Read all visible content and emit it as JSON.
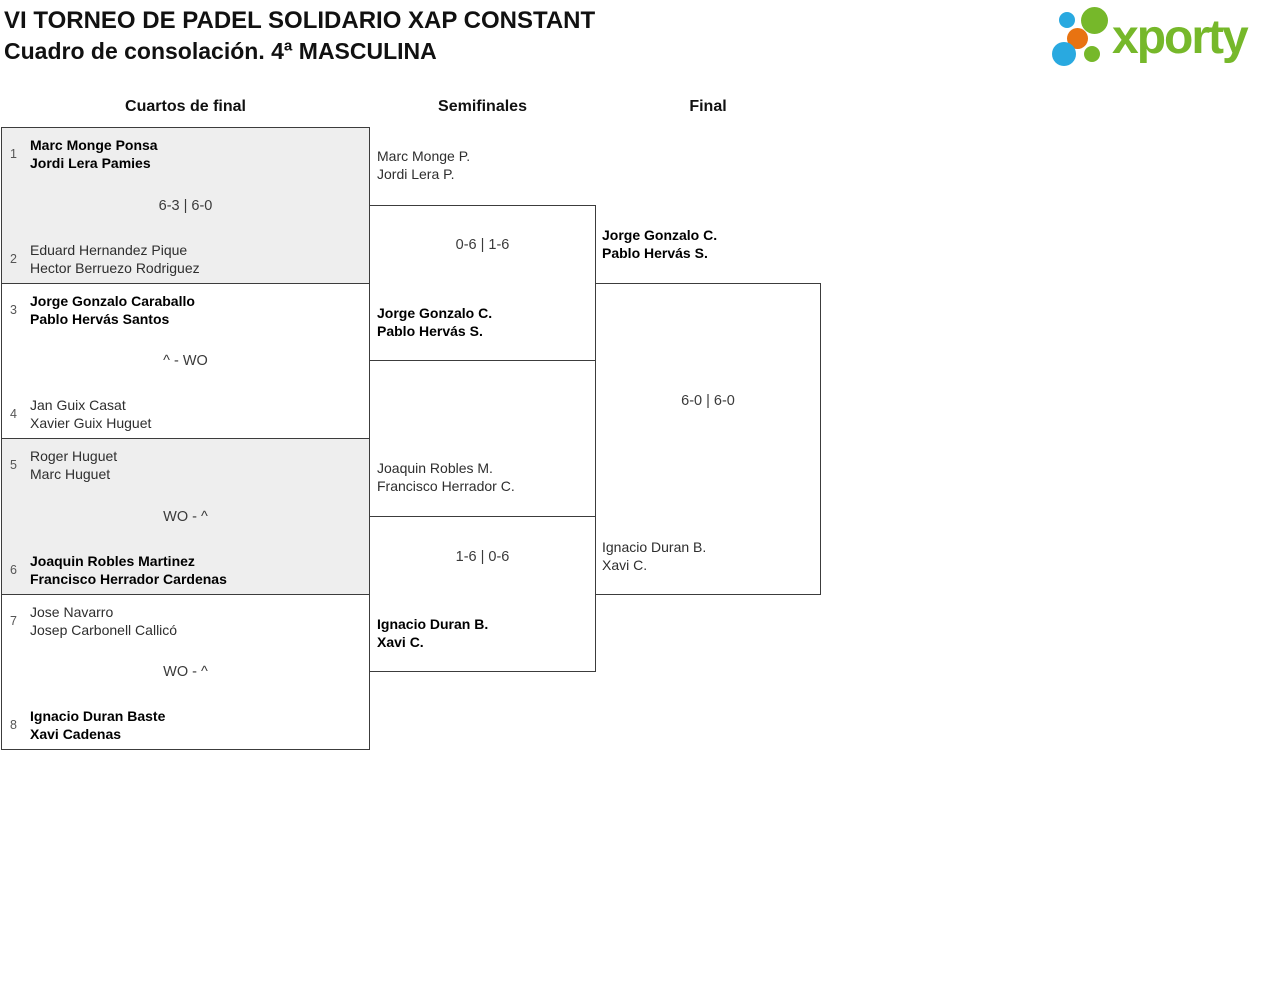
{
  "header": {
    "title_line1": "VI TORNEO DE PADEL SOLIDARIO XAP CONSTANT",
    "title_line2": "Cuadro de consolación. 4ª MASCULINA"
  },
  "logo": {
    "text": "xporty",
    "colors": {
      "green": "#76b82a",
      "blue": "#29a9e0",
      "orange": "#e87311"
    }
  },
  "rounds": {
    "quarterfinals": "Cuartos de final",
    "semifinals": "Semifinales",
    "final": "Final"
  },
  "quarterfinals": [
    {
      "seed_top": "1",
      "team_top_line1": "Marc Monge Ponsa",
      "team_top_line2": "Jordi Lera Pamies",
      "score": "6-3 | 6-0",
      "seed_bottom": "2",
      "team_bottom_line1": "Eduard Hernandez Pique",
      "team_bottom_line2": "Hector Berruezo Rodriguez"
    },
    {
      "seed_top": "3",
      "team_top_line1": "Jorge Gonzalo Caraballo",
      "team_top_line2": "Pablo Hervás Santos",
      "score": "^ - WO",
      "seed_bottom": "4",
      "team_bottom_line1": "Jan Guix Casat",
      "team_bottom_line2": "Xavier Guix Huguet"
    },
    {
      "seed_top": "5",
      "team_top_line1": "Roger Huguet",
      "team_top_line2": "Marc Huguet",
      "score": "WO - ^",
      "seed_bottom": "6",
      "team_bottom_line1": "Joaquin Robles Martinez",
      "team_bottom_line2": "Francisco Herrador Cardenas"
    },
    {
      "seed_top": "7",
      "team_top_line1": "Jose Navarro",
      "team_top_line2": "Josep Carbonell Callicó",
      "score": "WO - ^",
      "seed_bottom": "8",
      "team_bottom_line1": "Ignacio Duran Baste",
      "team_bottom_line2": "Xavi Cadenas"
    }
  ],
  "semifinals": [
    {
      "team_top_line1": "Marc Monge P.",
      "team_top_line2": "Jordi Lera P.",
      "score": "0-6 | 1-6",
      "team_bottom_line1": "Jorge Gonzalo C.",
      "team_bottom_line2": "Pablo Hervás S."
    },
    {
      "team_top_line1": "Joaquin Robles M.",
      "team_top_line2": "Francisco Herrador C.",
      "score": "1-6 | 0-6",
      "team_bottom_line1": "Ignacio Duran B.",
      "team_bottom_line2": "Xavi C."
    }
  ],
  "final": {
    "team_top_line1": "Jorge Gonzalo C.",
    "team_top_line2": "Pablo Hervás S.",
    "score": "6-0 | 6-0",
    "team_bottom_line1": "Ignacio Duran B.",
    "team_bottom_line2": "Xavi C."
  }
}
